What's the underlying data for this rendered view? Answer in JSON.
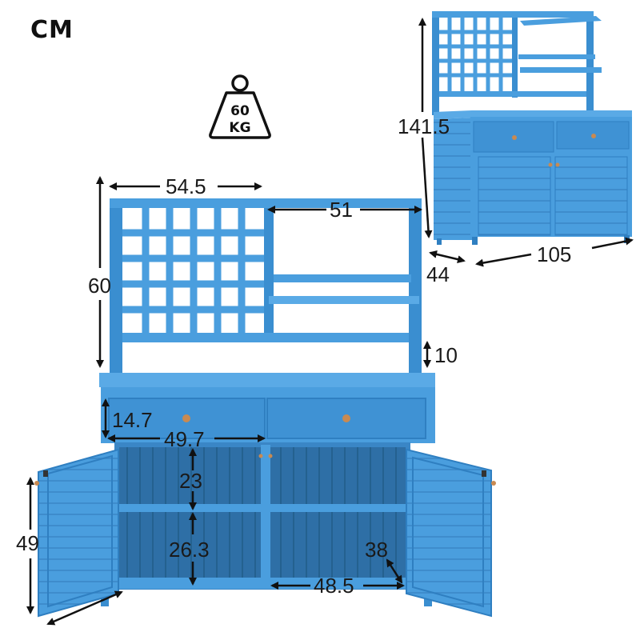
{
  "unit_label": "CM",
  "weight": {
    "value": "60",
    "unit": "KG"
  },
  "colors": {
    "wood": "#4a9ede",
    "wood_dark": "#2f7fc1",
    "wood_shadow": "#23618f",
    "knob": "#c88a52"
  },
  "dimensions": {
    "trellis_width": "54.5",
    "shelf_width": "51",
    "hutch_height": "60",
    "shelf_gap": "10",
    "drawer_height": "14.7",
    "drawer_width": "49.7",
    "upper_cabinet_height": "23",
    "lower_cabinet_height": "26.3",
    "door_height": "49",
    "door_depth": "38",
    "cabinet_inner_width": "48.5",
    "total_height": "141.5",
    "total_width": "105",
    "total_depth": "44"
  }
}
